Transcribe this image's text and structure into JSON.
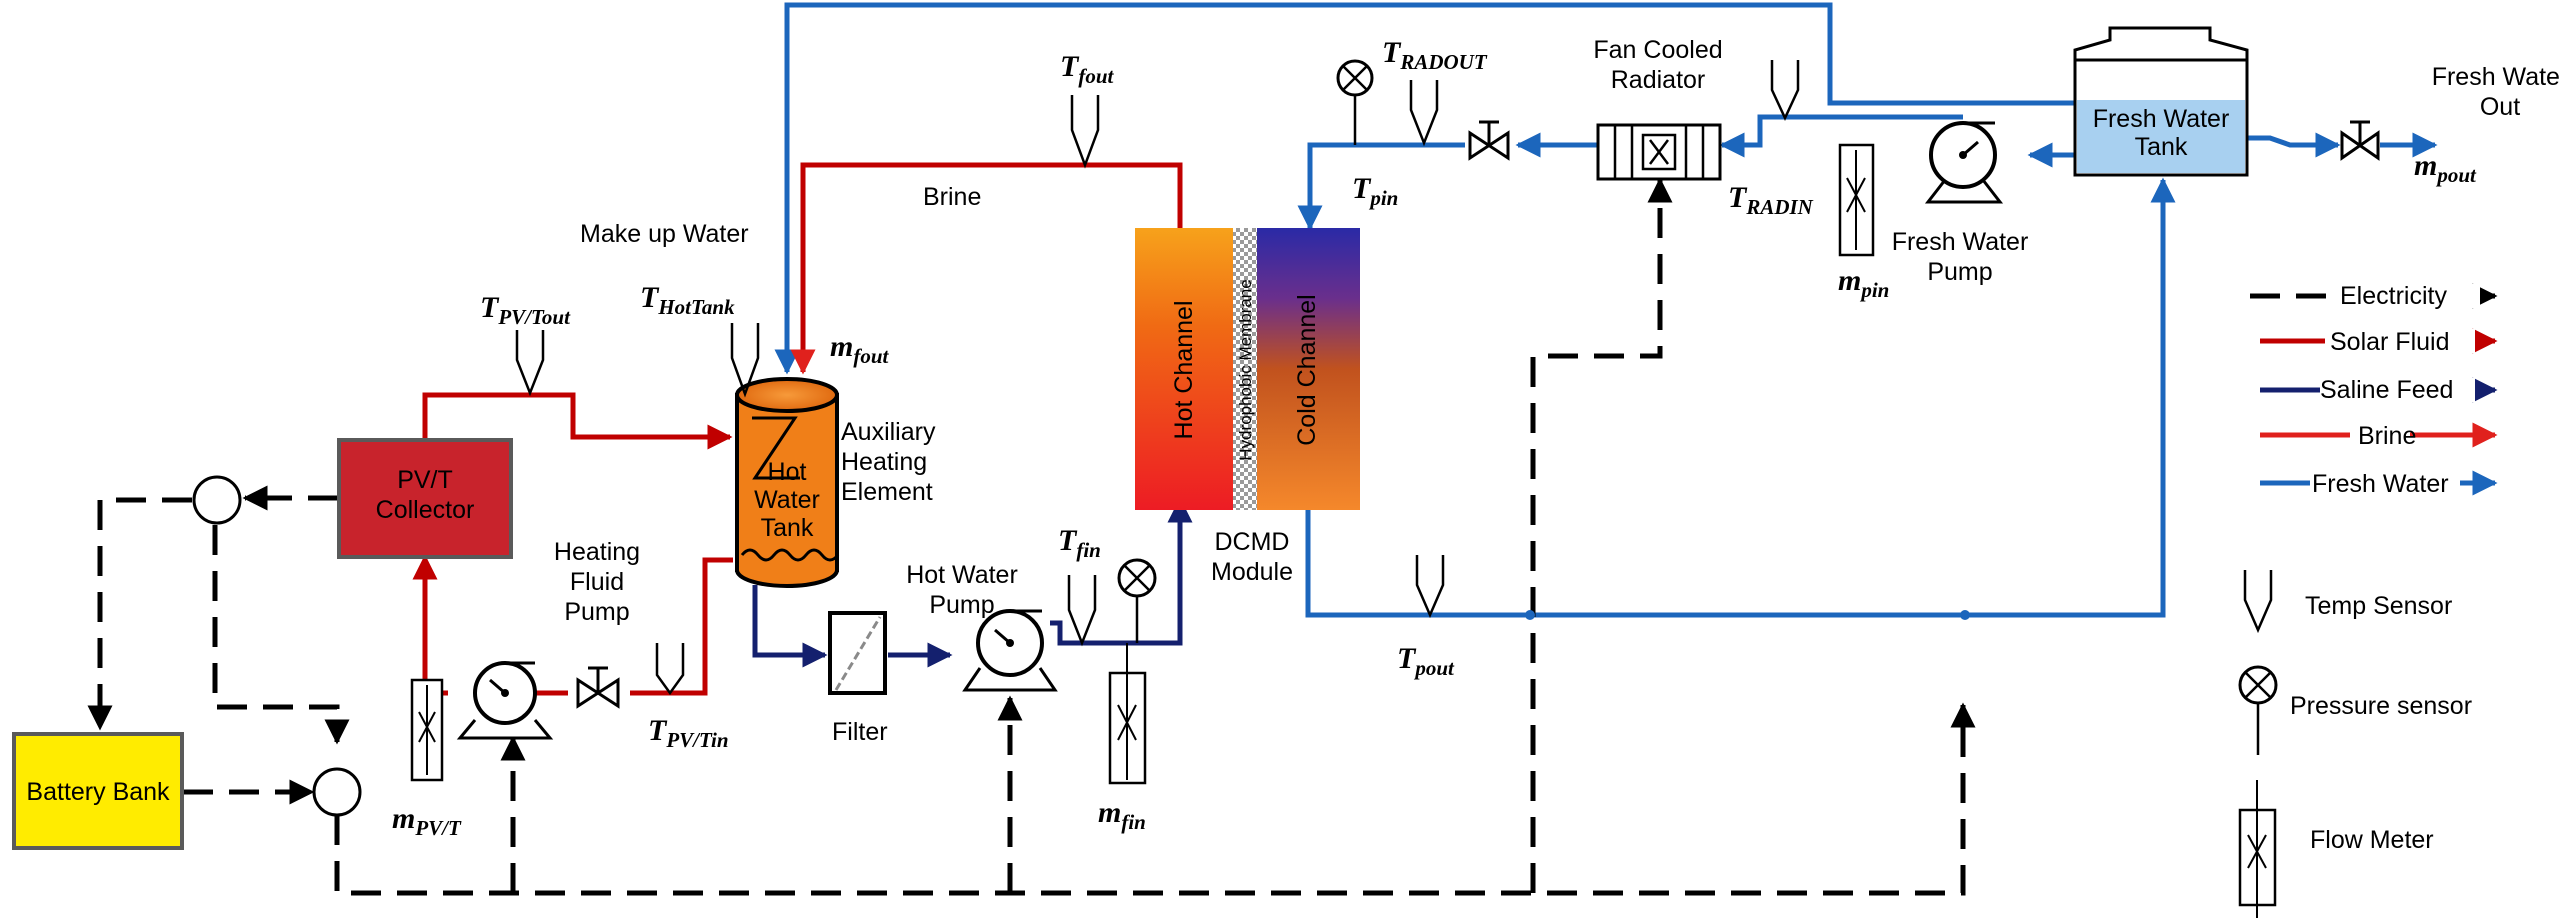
{
  "components": {
    "pvt_collector": "PV/T\nCollector",
    "battery_bank": "Battery Bank",
    "hot_water_tank": "Hot\nWater\nTank",
    "aux_heating": "Auxiliary\nHeating\nElement",
    "heating_fluid_pump": "Heating\nFluid\nPump",
    "filter": "Filter",
    "hot_water_pump": "Hot Water\nPump",
    "dcmd_module": "DCMD\nModule",
    "hot_channel": "Hot Channel",
    "membrane": "Hydrophobic Membrane",
    "cold_channel": "Cold Channel",
    "fan_cooled_radiator": "Fan Cooled\nRadiator",
    "fresh_water_tank": "Fresh Water\nTank",
    "fresh_water_pump": "Fresh Water\nPump",
    "fresh_water_out": "Fresh Water\nOut",
    "make_up_water": "Make up Water",
    "brine": "Brine"
  },
  "sensors": {
    "t_fout": {
      "base": "T",
      "sub": "fout"
    },
    "t_radout": {
      "base": "T",
      "sub": "RADOUT"
    },
    "t_pin": {
      "base": "T",
      "sub": "pin"
    },
    "t_radin": {
      "base": "T",
      "sub": "RADIN"
    },
    "m_pin": {
      "base": "m",
      "sub": "pin"
    },
    "m_pout": {
      "base": "m",
      "sub": "pout"
    },
    "t_pvtout": {
      "base": "T",
      "sub": "PV/Tout"
    },
    "t_hottank": {
      "base": "T",
      "sub": "HotTank"
    },
    "m_fout": {
      "base": "m",
      "sub": "fout"
    },
    "t_fin": {
      "base": "T",
      "sub": "fin"
    },
    "t_pout": {
      "base": "T",
      "sub": "pout"
    },
    "t_pvtin": {
      "base": "T",
      "sub": "PV/Tin"
    },
    "m_pvt": {
      "base": "m",
      "sub": "PV/T"
    },
    "m_fin": {
      "base": "m",
      "sub": "fin"
    }
  },
  "legend": {
    "lines": [
      {
        "label": "Electricity",
        "style": "electricity",
        "color": "#000000"
      },
      {
        "label": "Solar Fluid",
        "style": "solid",
        "color": "#c00000"
      },
      {
        "label": "Saline Feed",
        "style": "solid",
        "color": "#14206e"
      },
      {
        "label": "Brine",
        "style": "solid",
        "color": "#e0211d"
      },
      {
        "label": "Fresh Water",
        "style": "solid",
        "color": "#1c66bc"
      }
    ],
    "symbols": [
      {
        "label": "Temp Sensor",
        "icon": "temp-sensor-icon"
      },
      {
        "label": "Pressure sensor",
        "icon": "pressure-sensor-icon"
      },
      {
        "label": "Flow Meter",
        "icon": "flow-meter-icon"
      }
    ]
  },
  "colors": {
    "solar_fluid": "#c00000",
    "saline_feed": "#14206e",
    "brine": "#e0211d",
    "fresh_water": "#1c66bc",
    "electricity": "#000000",
    "pvt_fill": "#c8232c",
    "battery_fill": "#ffec00",
    "hot_tank_fill": "#f07f18",
    "fresh_tank_fill": "#a8d0f0"
  }
}
